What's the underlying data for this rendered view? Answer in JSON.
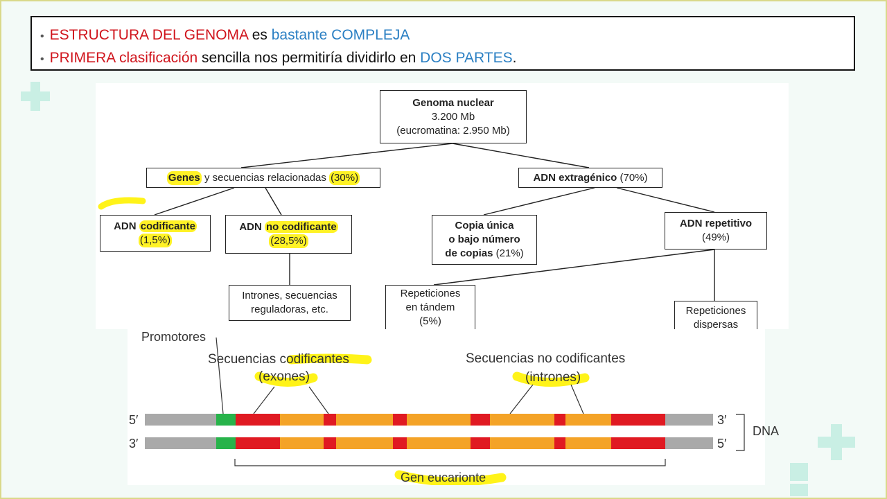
{
  "header": {
    "line1": {
      "bullet": "•",
      "part1": "ESTRUCTURA DEL GENOMA",
      "part2": " es ",
      "part3": "bastante COMPLEJA"
    },
    "line2": {
      "bullet": "•",
      "part1": "PRIMERA clasificación",
      "part2": " sencilla nos permitiría dividirlo en ",
      "part3": "DOS PARTES",
      "part4": "."
    }
  },
  "tree": {
    "root": {
      "title": "Genoma nuclear",
      "size": "3.200 Mb",
      "note": "(eucromatina: 2.950 Mb)"
    },
    "genes": {
      "bold": "Genes",
      "rest": " y secuencias relacionadas ",
      "pct": "(30%)"
    },
    "extragenic": {
      "bold": "ADN extragénico",
      "pct": " (70%)"
    },
    "coding": {
      "label1": "ADN ",
      "label2": "codificante",
      "pct": "(1,5%)"
    },
    "noncoding": {
      "label1": "ADN ",
      "label2": "no codificante",
      "pct": "(28,5%)"
    },
    "introns": {
      "line1": "Intrones, secuencias",
      "line2": "reguladoras, etc."
    },
    "single_copy": {
      "line1": "Copia única",
      "line2": "o bajo número",
      "line3": "de copias",
      "pct": " (21%)"
    },
    "repetitive": {
      "bold": "ADN repetitivo",
      "pct": "(49%)"
    },
    "tandem": {
      "line1": "Repeticiones",
      "line2": "en tándem",
      "line3": "(5%)"
    },
    "dispersed": {
      "line1": "Repeticiones",
      "line2": "dispersas"
    }
  },
  "gene": {
    "promoters": "Promotores",
    "coding_label1": "Secuencias ",
    "coding_label2": "codificantes",
    "coding_label3": "(exones)",
    "noncoding_label1": "Secuencias no codificantes",
    "noncoding_label2": "(intrones)",
    "five_prime": "5′",
    "three_prime": "3′",
    "three_prime_b": "3′",
    "five_prime_b": "5′",
    "dna_label": "DNA",
    "gene_label": "Gen eucarionte",
    "colors": {
      "flank": "#a9a9a9",
      "promoter": "#27b34a",
      "exon": "#e01a22",
      "intron": "#f4a327",
      "highlight": "#fff200"
    }
  }
}
